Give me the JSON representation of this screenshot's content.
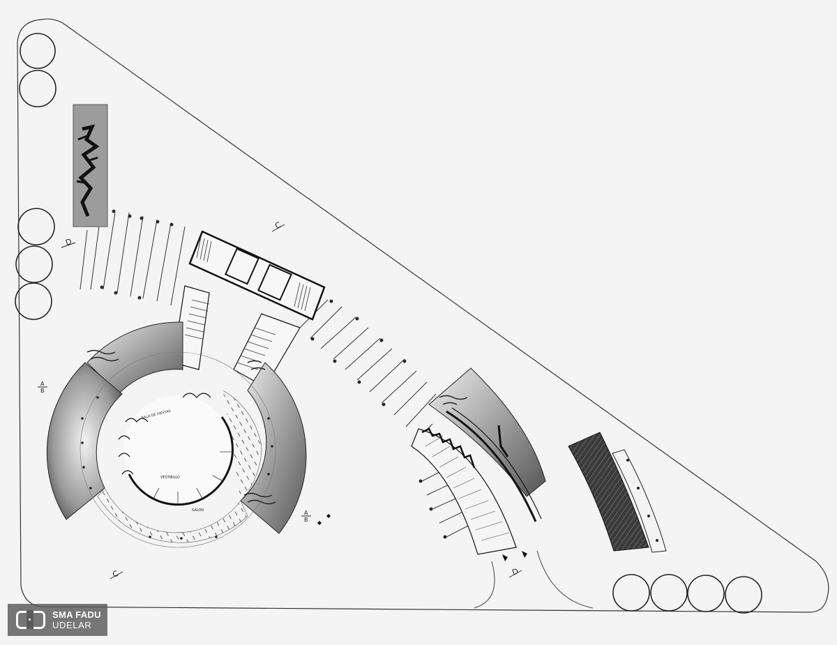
{
  "plan": {
    "section_markers": {
      "d_top": "D",
      "c_top": "C",
      "ab_left_top": "A",
      "ab_left_bottom": "B",
      "ab_right_top": "A",
      "ab_right_bottom": "B",
      "c_bottom": "C",
      "d_bottom": "D"
    },
    "room_labels": {
      "vestibule": "VESTIBULO",
      "lower": "SALON",
      "circle_top": "SALA DE FIESTAS"
    }
  },
  "watermark": {
    "line1": "SMA FADU",
    "line2": "UDELAR"
  },
  "colors": {
    "paper": "#f4f4f4",
    "ink": "#1a1a1a"
  }
}
